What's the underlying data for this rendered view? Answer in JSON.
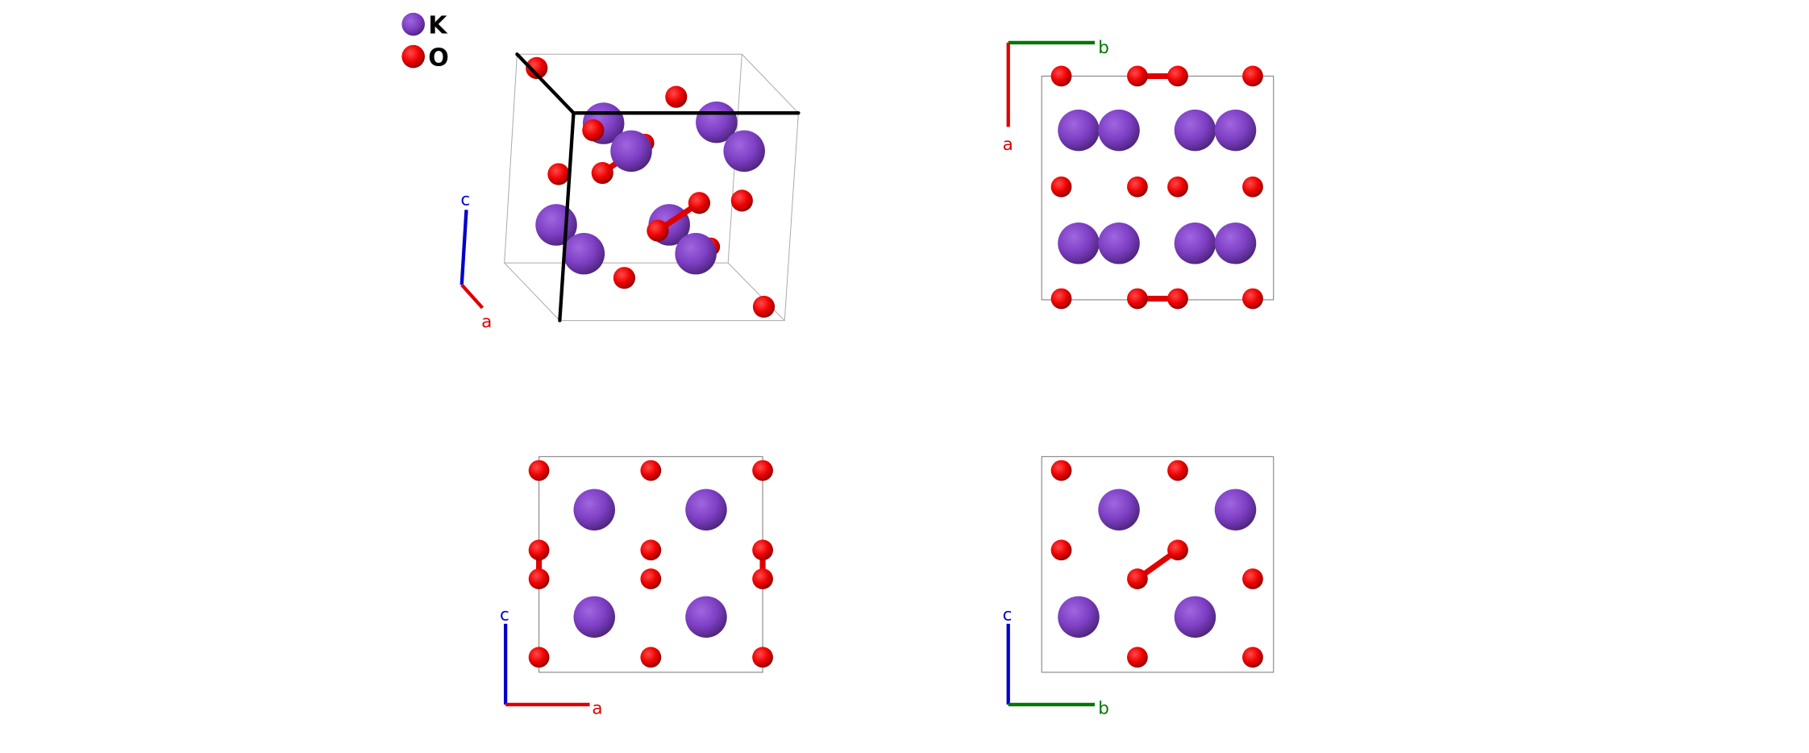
{
  "legend": [
    {
      "symbol": "K",
      "color": "#8a44cc"
    },
    {
      "symbol": "O",
      "color": "#ee0000"
    }
  ],
  "views": [
    {
      "name": "perspective",
      "axes": [
        "c",
        "a"
      ]
    },
    {
      "name": "view-along-c",
      "axes": [
        "b",
        "a"
      ]
    },
    {
      "name": "view-along-b",
      "axes": [
        "c",
        "a"
      ]
    },
    {
      "name": "view-along-a",
      "axes": [
        "c",
        "b"
      ]
    }
  ],
  "axis_colors": {
    "a": "#dd0000",
    "b": "#007700",
    "c": "#0000cc"
  }
}
